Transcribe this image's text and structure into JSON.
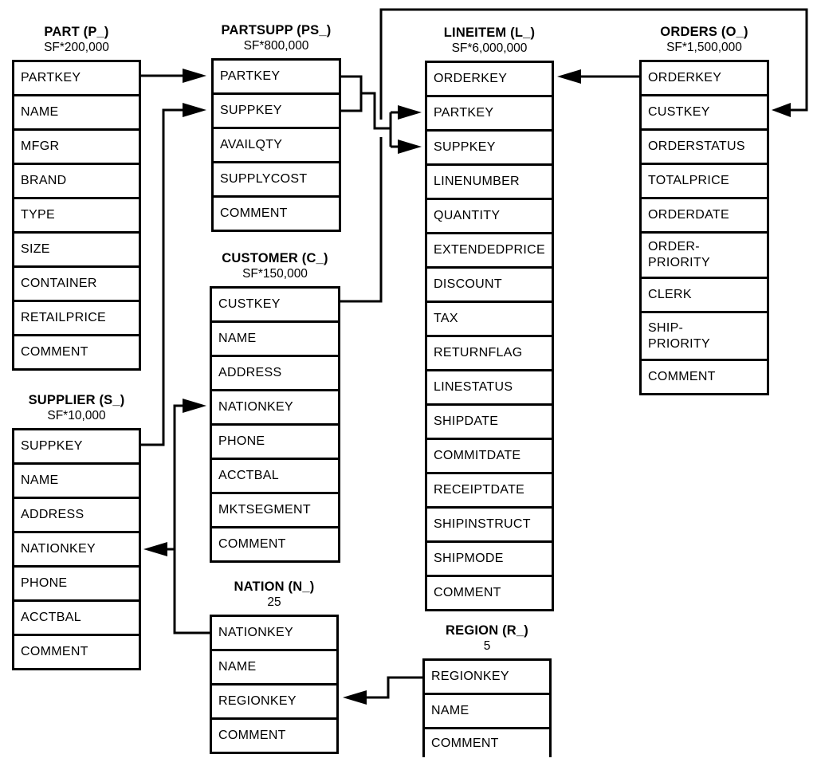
{
  "colors": {
    "line": "#000000",
    "background": "#ffffff",
    "text": "#000000"
  },
  "tables": [
    {
      "id": "part",
      "title": "PART (P_)",
      "cardinality": "SF*200,000",
      "columns": [
        "PARTKEY",
        "NAME",
        "MFGR",
        "BRAND",
        "TYPE",
        "SIZE",
        "CONTAINER",
        "RETAILPRICE",
        "COMMENT"
      ]
    },
    {
      "id": "partsupp",
      "title": "PARTSUPP (PS_)",
      "cardinality": "SF*800,000",
      "columns": [
        "PARTKEY",
        "SUPPKEY",
        "AVAILQTY",
        "SUPPLYCOST",
        "COMMENT"
      ]
    },
    {
      "id": "lineitem",
      "title": "LINEITEM (L_)",
      "cardinality": "SF*6,000,000",
      "columns": [
        "ORDERKEY",
        "PARTKEY",
        "SUPPKEY",
        "LINENUMBER",
        "QUANTITY",
        "EXTENDEDPRICE",
        "DISCOUNT",
        "TAX",
        "RETURNFLAG",
        "LINESTATUS",
        "SHIPDATE",
        "COMMITDATE",
        "RECEIPTDATE",
        "SHIPINSTRUCT",
        "SHIPMODE",
        "COMMENT"
      ]
    },
    {
      "id": "orders",
      "title": "ORDERS (O_)",
      "cardinality": "SF*1,500,000",
      "columns": [
        "ORDERKEY",
        "CUSTKEY",
        "ORDERSTATUS",
        "TOTALPRICE",
        "ORDERDATE",
        "ORDER-\nPRIORITY",
        "CLERK",
        "SHIP-\nPRIORITY",
        "COMMENT"
      ]
    },
    {
      "id": "customer",
      "title": "CUSTOMER (C_)",
      "cardinality": "SF*150,000",
      "columns": [
        "CUSTKEY",
        "NAME",
        "ADDRESS",
        "NATIONKEY",
        "PHONE",
        "ACCTBAL",
        "MKTSEGMENT",
        "COMMENT"
      ]
    },
    {
      "id": "supplier",
      "title": "SUPPLIER (S_)",
      "cardinality": "SF*10,000",
      "columns": [
        "SUPPKEY",
        "NAME",
        "ADDRESS",
        "NATIONKEY",
        "PHONE",
        "ACCTBAL",
        "COMMENT"
      ]
    },
    {
      "id": "nation",
      "title": "NATION (N_)",
      "cardinality": "25",
      "columns": [
        "NATIONKEY",
        "NAME",
        "REGIONKEY",
        "COMMENT"
      ]
    },
    {
      "id": "region",
      "title": "REGION (R_)",
      "cardinality": "5",
      "columns": [
        "REGIONKEY",
        "NAME",
        "COMMENT"
      ]
    }
  ],
  "relationships": [
    {
      "from": "PART.PARTKEY",
      "to": "PARTSUPP.PARTKEY"
    },
    {
      "from": "SUPPLIER.SUPPKEY",
      "to": "PARTSUPP.SUPPKEY"
    },
    {
      "from": "PARTSUPP.PARTKEY",
      "to": "LINEITEM.PARTKEY"
    },
    {
      "from": "PARTSUPP.SUPPKEY",
      "to": "LINEITEM.SUPPKEY"
    },
    {
      "from": "ORDERS.ORDERKEY",
      "to": "LINEITEM.ORDERKEY"
    },
    {
      "from": "CUSTOMER.CUSTKEY",
      "to": "ORDERS.CUSTKEY"
    },
    {
      "from": "NATION.NATIONKEY",
      "to": "CUSTOMER.NATIONKEY"
    },
    {
      "from": "NATION.NATIONKEY",
      "to": "SUPPLIER.NATIONKEY"
    },
    {
      "from": "REGION.REGIONKEY",
      "to": "NATION.REGIONKEY"
    }
  ]
}
